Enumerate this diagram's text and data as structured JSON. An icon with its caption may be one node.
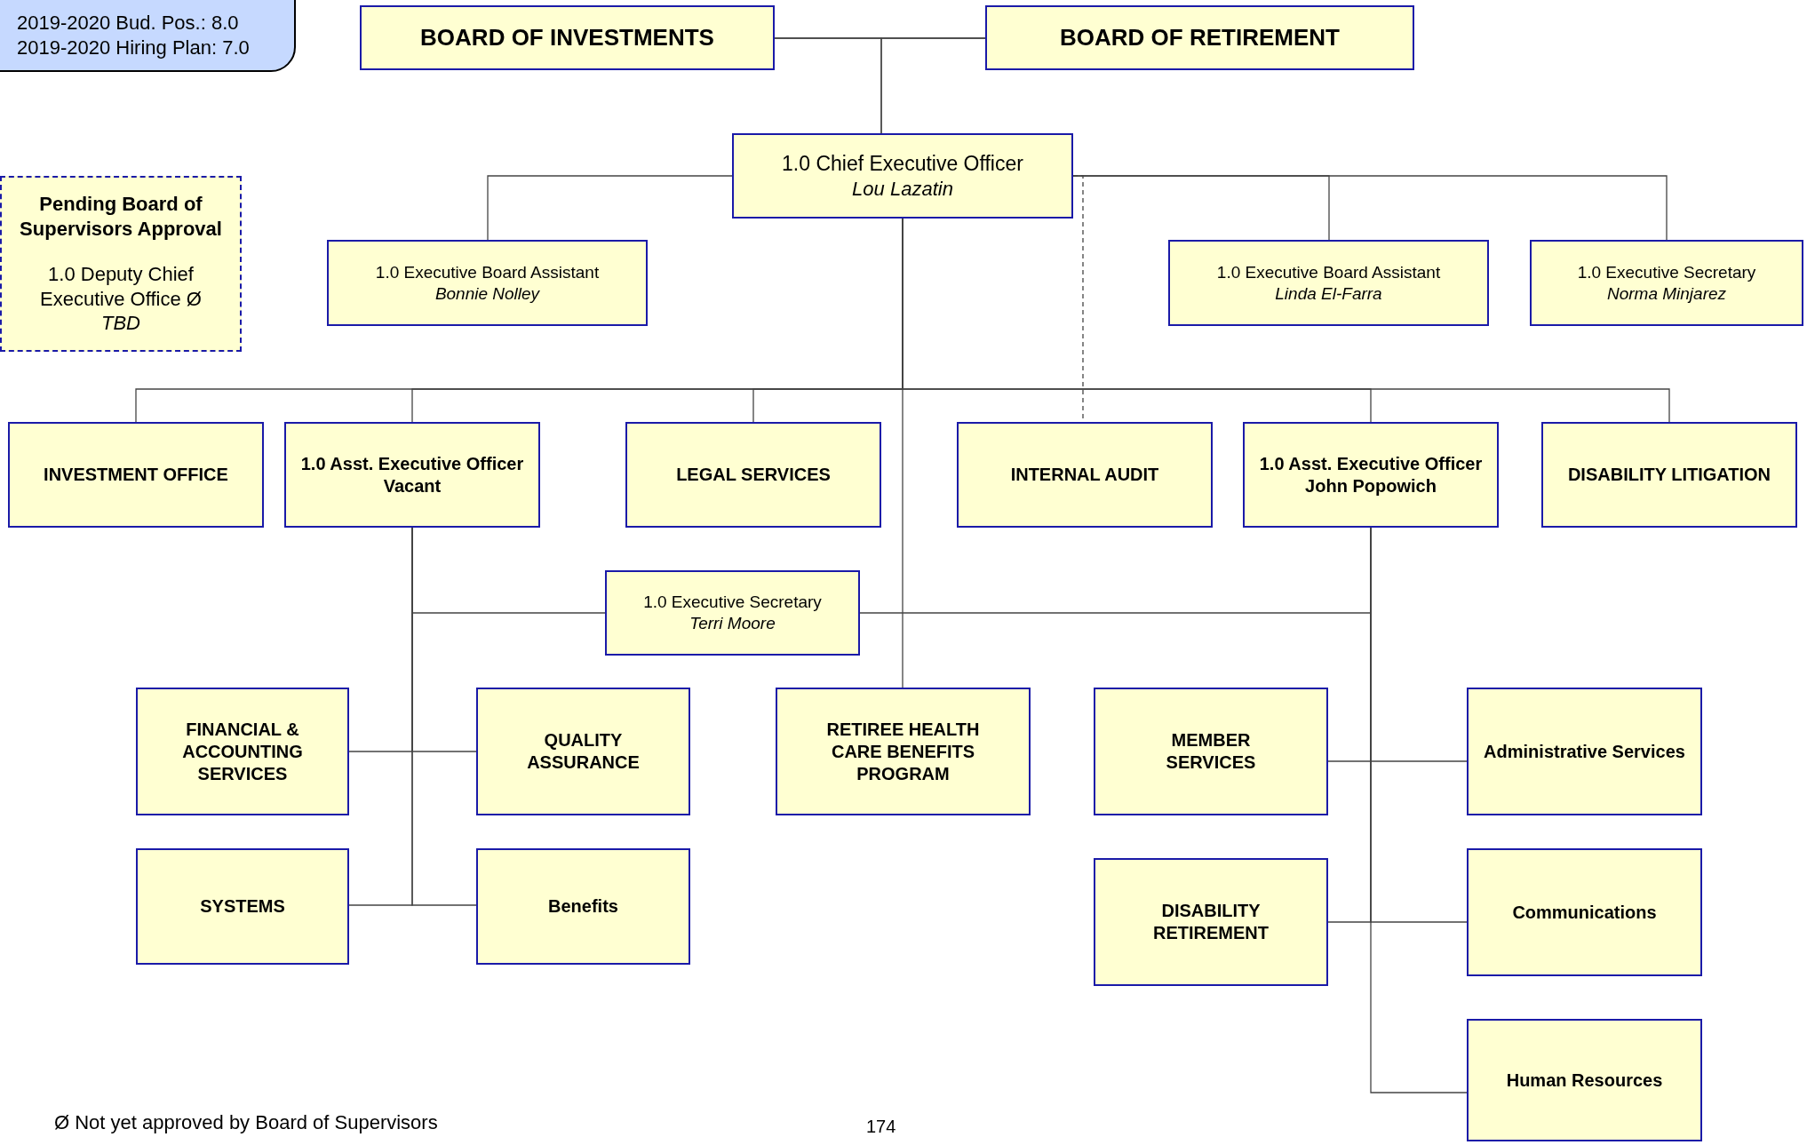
{
  "diagram": {
    "nodes": [
      {
        "text": [
          "2019-2020 Bud. Pos.: 8.0",
          "2019-2020 Hiring Plan: 7.0"
        ]
      },
      {
        "text": [
          "BOARD OF INVESTMENTS"
        ]
      },
      {
        "text": [
          "BOARD OF RETIREMENT"
        ]
      },
      {
        "text": [
          "1.0 Chief Executive Officer",
          "Lou Lazatin"
        ]
      },
      {
        "text": [
          "Pending Board of Supervisors Approval",
          "1.0 Deputy Chief Executive Office Ø",
          "TBD"
        ]
      },
      {
        "text": [
          "1.0 Executive Board Assistant",
          "Bonnie Nolley"
        ]
      },
      {
        "text": [
          "1.0 Executive Board Assistant",
          "Linda El-Farra"
        ]
      },
      {
        "text": [
          "1.0 Executive Secretary",
          "Norma Minjarez"
        ]
      },
      {
        "text": [
          "INVESTMENT OFFICE"
        ]
      },
      {
        "text": [
          "1.0 Asst. Executive Officer",
          "Vacant"
        ]
      },
      {
        "text": [
          "LEGAL SERVICES"
        ]
      },
      {
        "text": [
          "INTERNAL AUDIT"
        ]
      },
      {
        "text": [
          "1.0 Asst. Executive Officer",
          "John Popowich"
        ]
      },
      {
        "text": [
          "DISABILITY LITIGATION"
        ]
      },
      {
        "text": [
          "1.0 Executive Secretary",
          "Terri Moore"
        ]
      },
      {
        "text": [
          "FINANCIAL & ACCOUNTING SERVICES"
        ]
      },
      {
        "text": [
          "QUALITY ASSURANCE"
        ]
      },
      {
        "text": [
          "RETIREE HEALTH CARE BENEFITS PROGRAM"
        ]
      },
      {
        "text": [
          "MEMBER SERVICES"
        ]
      },
      {
        "text": [
          "Administrative Services"
        ]
      },
      {
        "text": [
          "SYSTEMS"
        ]
      },
      {
        "text": [
          "Benefits"
        ]
      },
      {
        "text": [
          "DISABILITY RETIREMENT"
        ]
      },
      {
        "text": [
          "Communications"
        ]
      },
      {
        "text": [
          "Human Resources"
        ]
      }
    ],
    "edges": [
      {
        "from": 1,
        "to": 2,
        "arrow": "none"
      },
      {
        "from": 1,
        "to": 3,
        "arrow": "none"
      },
      {
        "from": 2,
        "to": 3,
        "arrow": "none"
      },
      {
        "from": 3,
        "to": 5,
        "arrow": "none"
      },
      {
        "from": 3,
        "to": 6,
        "arrow": "none"
      },
      {
        "from": 3,
        "to": 7,
        "arrow": "none"
      },
      {
        "from": 3,
        "to": 8,
        "arrow": "none"
      },
      {
        "from": 3,
        "to": 9,
        "arrow": "none"
      },
      {
        "from": 3,
        "to": 10,
        "arrow": "none"
      },
      {
        "from": 3,
        "to": 11,
        "arrow": "none",
        "style": "dashed"
      },
      {
        "from": 3,
        "to": 12,
        "arrow": "none"
      },
      {
        "from": 3,
        "to": 13,
        "arrow": "none"
      },
      {
        "from": 3,
        "to": 17,
        "arrow": "none"
      },
      {
        "from": 9,
        "to": 14,
        "arrow": "none"
      },
      {
        "from": 12,
        "to": 14,
        "arrow": "none"
      },
      {
        "from": 9,
        "to": 15,
        "arrow": "none"
      },
      {
        "from": 9,
        "to": 16,
        "arrow": "none"
      },
      {
        "from": 9,
        "to": 20,
        "arrow": "none"
      },
      {
        "from": 9,
        "to": 21,
        "arrow": "none"
      },
      {
        "from": 12,
        "to": 18,
        "arrow": "none"
      },
      {
        "from": 12,
        "to": 19,
        "arrow": "none"
      },
      {
        "from": 12,
        "to": 22,
        "arrow": "none"
      },
      {
        "from": 12,
        "to": 23,
        "arrow": "none"
      },
      {
        "from": 12,
        "to": 24,
        "arrow": "none"
      }
    ],
    "labels": [
      "Ø Not yet approved by Board of Supervisors",
      "174"
    ]
  }
}
